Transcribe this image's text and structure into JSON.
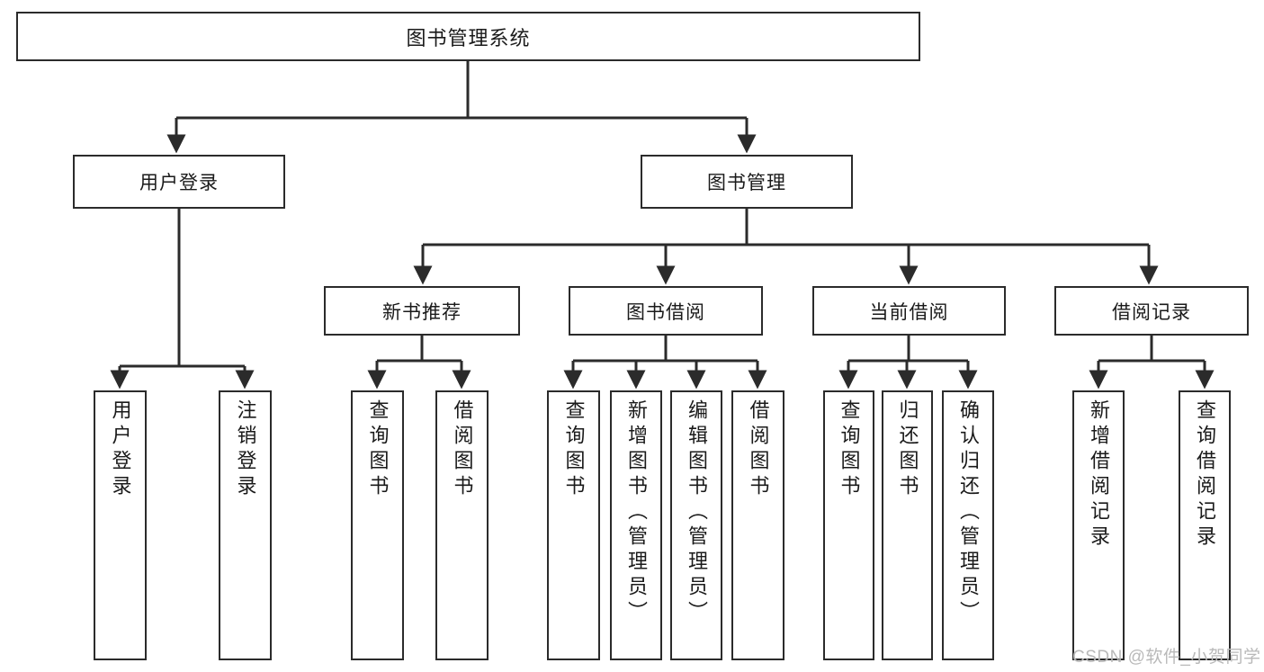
{
  "diagram": {
    "title": "图书管理系统",
    "type": "tree-hierarchy-diagram",
    "watermark": "CSDN @软件_小贺同学",
    "colors": {
      "box_border": "#2b2b2b",
      "box_fill": "#ffffff",
      "connector": "#2b2b2b",
      "text": "#1a1a1a",
      "watermark": "#b9b9b9",
      "background": "#ffffff"
    },
    "nodes": {
      "root": {
        "label": "图书管理系统"
      },
      "level2": [
        {
          "id": "user-login",
          "label": "用户登录"
        },
        {
          "id": "book-management",
          "label": "图书管理"
        }
      ],
      "level3": [
        {
          "id": "new-book-recommend",
          "label": "新书推荐"
        },
        {
          "id": "book-borrow",
          "label": "图书借阅"
        },
        {
          "id": "current-borrow",
          "label": "当前借阅"
        },
        {
          "id": "borrow-record",
          "label": "借阅记录"
        }
      ],
      "leaves": {
        "user_login": [
          {
            "id": "leaf-user-login",
            "label": "用户登录"
          },
          {
            "id": "leaf-logout-login",
            "label": "注销登录"
          }
        ],
        "new_book_recommend": [
          {
            "id": "leaf-query-book-1",
            "label": "查询图书"
          },
          {
            "id": "leaf-borrow-book-1",
            "label": "借阅图书"
          }
        ],
        "book_borrow": [
          {
            "id": "leaf-query-book-2",
            "label": "查询图书"
          },
          {
            "id": "leaf-add-book-admin",
            "label": "新增图书（管理员）"
          },
          {
            "id": "leaf-edit-book-admin",
            "label": "编辑图书（管理员）"
          },
          {
            "id": "leaf-borrow-book-2",
            "label": "借阅图书"
          }
        ],
        "current_borrow": [
          {
            "id": "leaf-query-book-3",
            "label": "查询图书"
          },
          {
            "id": "leaf-return-book",
            "label": "归还图书"
          },
          {
            "id": "leaf-confirm-return-admin",
            "label": "确认归还（管理员）"
          }
        ],
        "borrow_record": [
          {
            "id": "leaf-add-borrow-record",
            "label": "新增借阅记录"
          },
          {
            "id": "leaf-query-borrow-record",
            "label": "查询借阅记录"
          }
        ]
      }
    }
  }
}
